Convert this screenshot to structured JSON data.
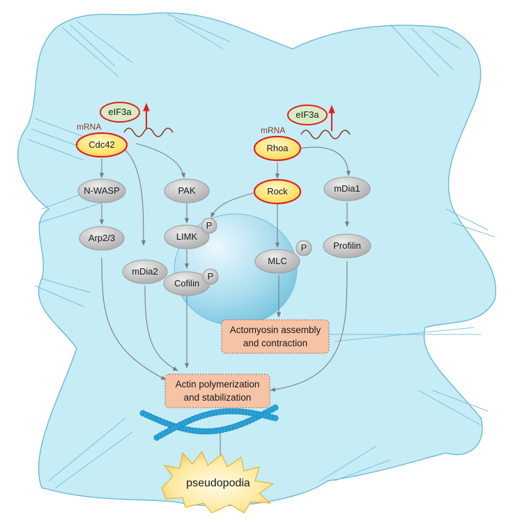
{
  "diagram": {
    "eif3a": [
      "eIF3a",
      "eIF3a"
    ],
    "mrna": [
      "mRNA",
      "mRNA"
    ],
    "upstream": {
      "cdc42": "Cdc42",
      "rhoa": "Rhoa",
      "rock": "Rock"
    },
    "proteins": {
      "nwasp": "N-WASP",
      "arp23": "Arp2/3",
      "pak": "PAK",
      "limk": "LIMK",
      "mdia2": "mDia2",
      "cofilin": "Cofilin",
      "mlc": "MLC",
      "mdia1": "mDia1",
      "profilin": "Profilin"
    },
    "phospho": "P",
    "boxes": {
      "actomyosin": [
        "Actomyosin assembly",
        "and contraction"
      ],
      "actin": [
        "Actin polymerization",
        "and stabilization"
      ]
    },
    "outcome": "pseudopodia"
  },
  "colors": {
    "cell": "#c6ecf6",
    "nucleus": "#8fcfe6",
    "grey_node": "#c4c4c4",
    "yellow_node": "#ffe57a",
    "red_outline": "#e02020",
    "eif3a_fill": "#d7ecc6",
    "box_fill": "#f6c3a6",
    "box_border": "#b06040",
    "arrow": "#7c7c7c",
    "filament": "#2aa3d8"
  }
}
